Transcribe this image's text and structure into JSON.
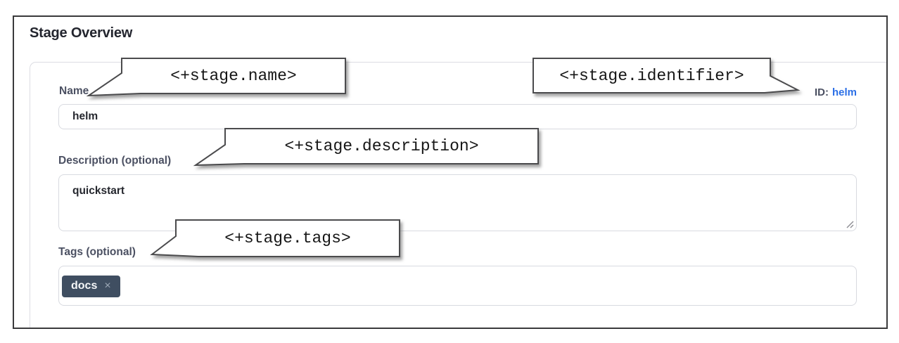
{
  "page": {
    "title": "Stage Overview"
  },
  "form": {
    "name": {
      "label": "Name",
      "value": "helm"
    },
    "identifier": {
      "label": "ID:",
      "value": "helm"
    },
    "description": {
      "label": "Description (optional)",
      "value": "quickstart"
    },
    "tags": {
      "label": "Tags (optional)",
      "chips": [
        {
          "text": "docs",
          "remove_icon": "×"
        }
      ]
    }
  },
  "callouts": {
    "name": "<+stage.name>",
    "identifier": "<+stage.identifier>",
    "description": "<+stage.description>",
    "tags": "<+stage.tags>"
  },
  "colors": {
    "id_link_blue": "#2b6fe6",
    "label_slate": "#4b5062",
    "tag_chip_bg": "#3f4e61",
    "input_border": "#d8dae0",
    "callout_border": "#4b4b4d",
    "frame_border": "#3a3a3c"
  }
}
